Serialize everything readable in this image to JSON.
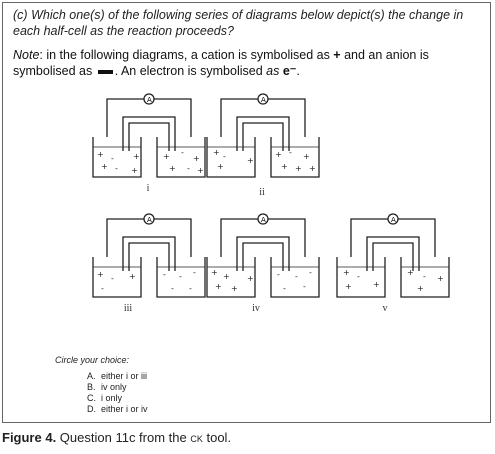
{
  "question": {
    "label": "(c)",
    "text": "Which one(s) of the following series of diagrams below depict(s) the change in each half-cell as the reaction proceeds?"
  },
  "note": {
    "label": "Note",
    "part1": ": in the following diagrams, a cation is symbolised as ",
    "cation_symbol": "+",
    "part2": " and an anion is symbolised as ",
    "part3": ". An electron is symbolised ",
    "part3b": "as ",
    "electron_symbol": "e⁻",
    "part4": "."
  },
  "diagrams": [
    {
      "numeral": "i"
    },
    {
      "numeral": "ii"
    },
    {
      "numeral": "iii"
    },
    {
      "numeral": "iv"
    },
    {
      "numeral": "v"
    }
  ],
  "choice_prompt": "Circle your choice:",
  "choices": [
    {
      "letter": "A.",
      "text": "either  i or iii"
    },
    {
      "letter": "B.",
      "text": "iv only"
    },
    {
      "letter": "C.",
      "text": "i only"
    },
    {
      "letter": "D.",
      "text": "either i or iv"
    }
  ],
  "caption": {
    "figure": "Figure 4.",
    "text_pre": " Question 11c from the ",
    "tool": "ck",
    "text_post": " tool."
  }
}
